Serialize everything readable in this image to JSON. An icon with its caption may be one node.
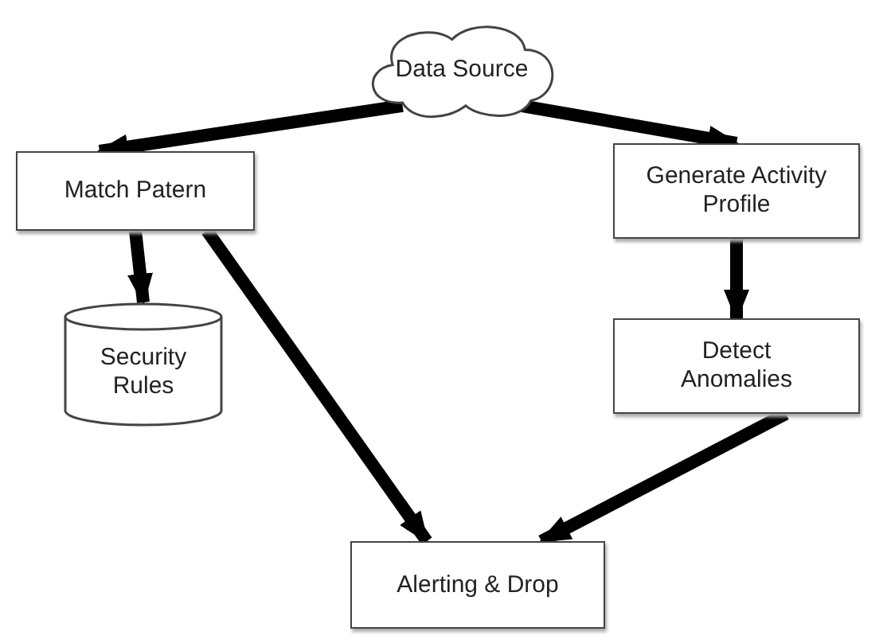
{
  "diagram": {
    "nodes": [
      {
        "text": [
          "Data Source"
        ]
      },
      {
        "text": [
          "Match Patern"
        ]
      },
      {
        "text": [
          "Generate Activity Profile"
        ]
      },
      {
        "text": [
          "Security Rules"
        ]
      },
      {
        "text": [
          "Detect Anomalies"
        ]
      },
      {
        "text": [
          "Alerting & Drop"
        ]
      }
    ],
    "edges": [
      {
        "from": 0,
        "to": 1,
        "arrow": "to"
      },
      {
        "from": 0,
        "to": 2,
        "arrow": "to"
      },
      {
        "from": 1,
        "to": 3,
        "arrow": "to"
      },
      {
        "from": 1,
        "to": 5,
        "arrow": "to"
      },
      {
        "from": 2,
        "to": 4,
        "arrow": "to"
      },
      {
        "from": 4,
        "to": 5,
        "arrow": "to"
      }
    ]
  }
}
